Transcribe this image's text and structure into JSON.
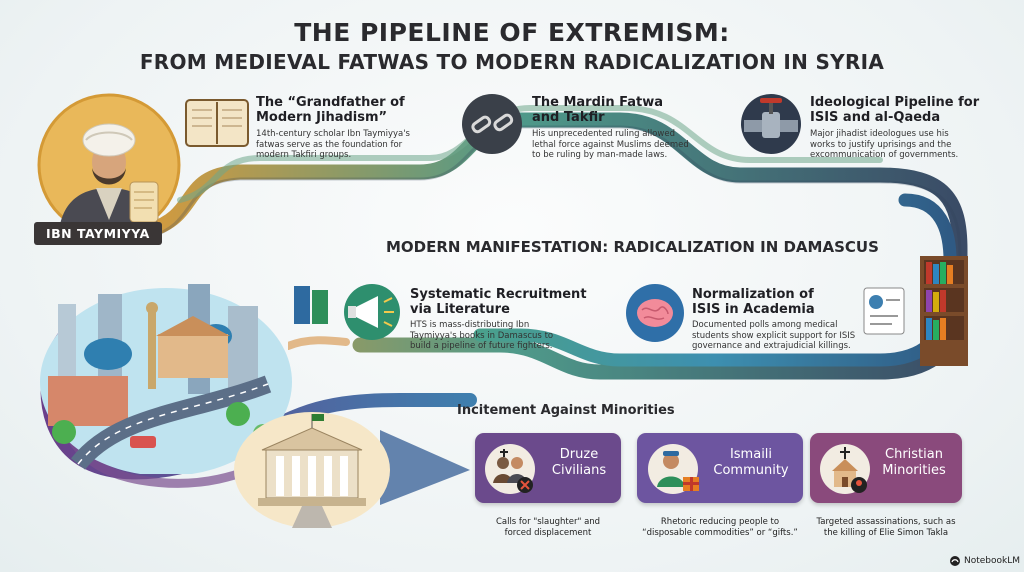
{
  "title": {
    "line1": "THE PIPELINE OF EXTREMISM:",
    "line2": "FROM MEDIEVAL FATWAS TO MODERN RADICALIZATION IN SYRIA"
  },
  "portrait": {
    "name": "IBN TAYMIYYA"
  },
  "stages": [
    {
      "heading_l1": "The “Grandfather of",
      "heading_l2": "Modern Jihadism”",
      "body_l1": "14th-century scholar Ibn Taymiyya's",
      "body_l2": "fatwas serve as the foundation for",
      "body_l3": "modern Takfiri groups.",
      "icon": "open-book-icon"
    },
    {
      "heading_l1": "The Mardin Fatwa",
      "heading_l2": "and Takfir",
      "body_l1": "His unprecedented ruling allowed",
      "body_l2": "lethal force against Muslims deemed",
      "body_l3": "to be ruling by man-made laws.",
      "icon": "broken-chain-icon"
    },
    {
      "heading_l1": "Ideological Pipeline for",
      "heading_l2": "ISIS and al-Qaeda",
      "body_l1": "Major jihadist ideologues use his",
      "body_l2": "works to justify uprisings and the",
      "body_l3": "excommunication of governments.",
      "icon": "pipe-valve-icon"
    }
  ],
  "section_heading": "MODERN MANIFESTATION: RADICALIZATION IN DAMASCUS",
  "modern": [
    {
      "heading_l1": "Systematic Recruitment",
      "heading_l2": "via Literature",
      "body_l1": "HTS is mass-distributing Ibn",
      "body_l2": "Taymiyya's books in Damascus to",
      "body_l3": "build a pipeline of future fighters.",
      "icon": "megaphone-icon"
    },
    {
      "heading_l1": "Normalization of",
      "heading_l2": "ISIS in Academia",
      "body_l1": "Documented polls among medical",
      "body_l2": "students show explicit support for ISIS",
      "body_l3": "governance and extrajudicial killings.",
      "icon": "brain-icon"
    }
  ],
  "incitement": {
    "heading": "Incitement Against Minorities",
    "cards": [
      {
        "label_l1": "Druze",
        "label_l2": "Civilians",
        "caption_l1": "Calls for \"slaughter\" and",
        "caption_l2": "forced displacement",
        "color": "#6b4a8c"
      },
      {
        "label_l1": "Ismaili",
        "label_l2": "Community",
        "caption_l1": "Rhetoric reducing people to",
        "caption_l2": "“disposable commodities” or “gifts.”",
        "color": "#6d55a0"
      },
      {
        "label_l1": "Christian",
        "label_l2": "Minorities",
        "caption_l1": "Targeted assassinations, such as",
        "caption_l2": "the killing of Elie Simon Takla",
        "color": "#8a4a7c"
      }
    ]
  },
  "brand": "NotebookLM",
  "colors": {
    "pipe_orange": "#d08b3a",
    "pipe_teal": "#3f8f86",
    "pipe_blue": "#3d7fb0",
    "pipe_navy": "#3a4b66",
    "pipe_purple": "#7a4f8e",
    "title": "#2a2a2e"
  }
}
